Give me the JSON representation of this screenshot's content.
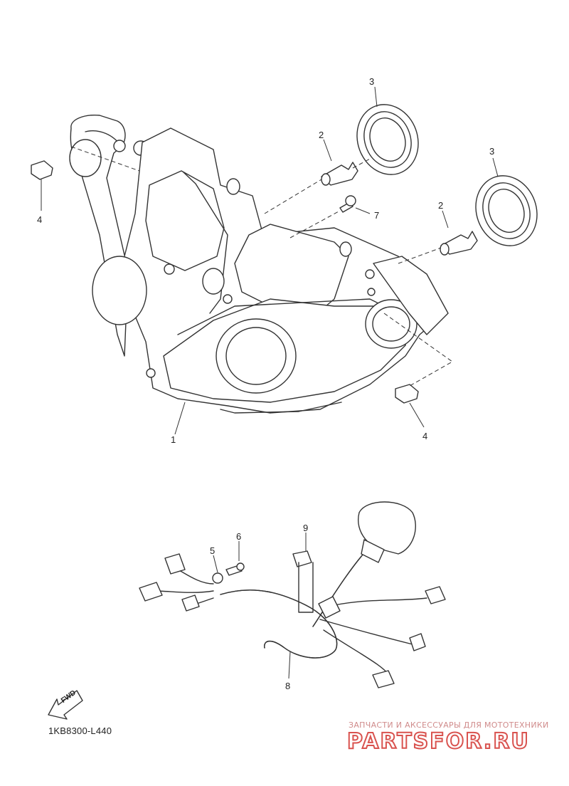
{
  "callouts": [
    {
      "id": "c3a",
      "label": "3"
    },
    {
      "id": "c2a",
      "label": "2"
    },
    {
      "id": "c3b",
      "label": "3"
    },
    {
      "id": "c4a",
      "label": "4"
    },
    {
      "id": "c7",
      "label": "7"
    },
    {
      "id": "c2b",
      "label": "2"
    },
    {
      "id": "c4b",
      "label": "4"
    },
    {
      "id": "c1",
      "label": "1"
    },
    {
      "id": "c9",
      "label": "9"
    },
    {
      "id": "c6",
      "label": "6"
    },
    {
      "id": "c5",
      "label": "5"
    },
    {
      "id": "c8",
      "label": "8"
    }
  ],
  "fwd_label": "FWD",
  "diagram_code": "1KB8300-L440",
  "watermark": {
    "tagline": "ЗАПЧАСТИ И АКСЕССУАРЫ ДЛЯ МОТОТЕХНИКИ",
    "logo_text": "PARTSFOR.RU",
    "color": "#d9534f"
  }
}
